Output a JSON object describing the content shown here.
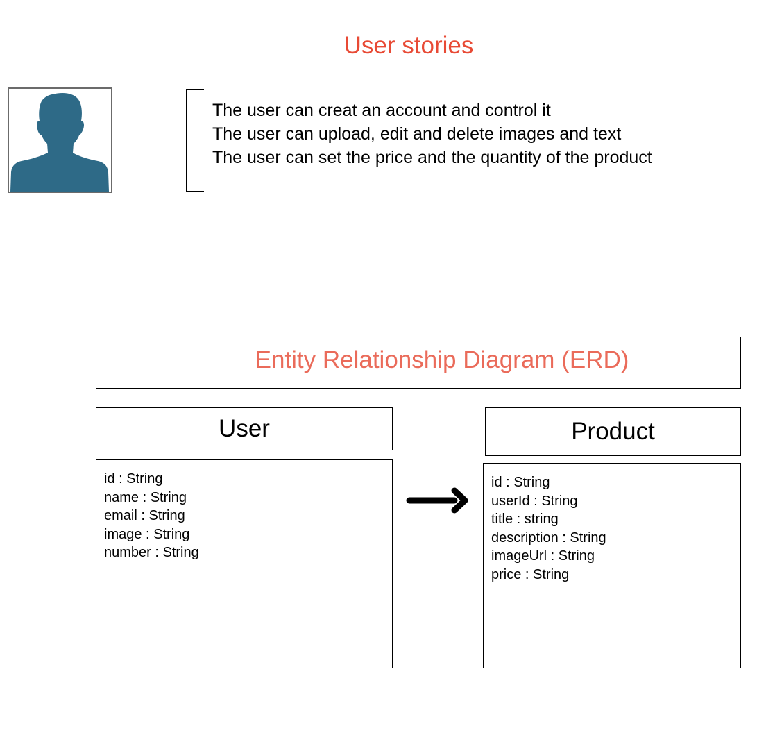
{
  "user_stories": {
    "title": "User stories",
    "actor_icon": "person-silhouette-icon",
    "stories": [
      "The user can creat an account and control it",
      "The user can upload, edit and delete images and text",
      "The user can set the price and the quantity of the product"
    ]
  },
  "erd": {
    "title": "Entity Relationship Diagram (ERD)",
    "entities": [
      {
        "name": "User",
        "attributes": [
          "id : String",
          "name : String",
          "email : String",
          "image : String",
          "number : String"
        ]
      },
      {
        "name": "Product",
        "attributes": [
          "id : String",
          "userId : String",
          "title : string",
          "description : String",
          "imageUrl : String",
          "price : String"
        ]
      }
    ],
    "relationship_icon": "right-arrow-icon"
  },
  "colors": {
    "stories_title": "#e84a35",
    "erd_title": "#ea6b5a",
    "avatar_fill": "#2e6a87",
    "avatar_border": "#6b6b6b"
  }
}
